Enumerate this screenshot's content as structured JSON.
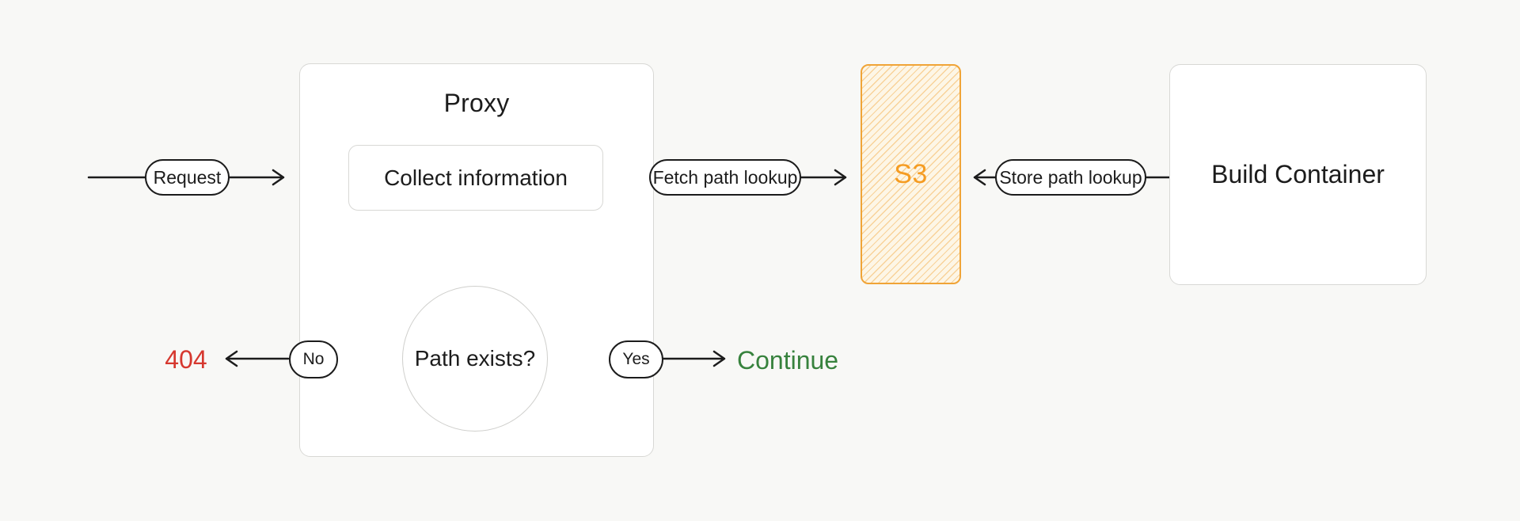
{
  "diagram": {
    "colors": {
      "bg": "#f8f8f6",
      "ink": "#1c1c1c",
      "box_border": "#d8d8d5",
      "circle_border": "#cfcfcc",
      "s3_border": "#f0a437",
      "s3_text": "#f59c22",
      "s3_fill": "#fdf6e6",
      "error": "#d6382f",
      "success": "#37823d"
    },
    "nodes": {
      "proxy": {
        "title": "Proxy"
      },
      "collect": {
        "label": "Collect information"
      },
      "decision": {
        "label": "Path exists?"
      },
      "s3": {
        "label": "S3"
      },
      "build_container": {
        "label": "Build Container"
      }
    },
    "edges": {
      "request": {
        "label": "Request"
      },
      "fetch": {
        "label": "Fetch path lookup"
      },
      "store": {
        "label": "Store path lookup"
      },
      "no": {
        "label": "No"
      },
      "yes": {
        "label": "Yes"
      }
    },
    "outcomes": {
      "not_found": {
        "label": "404"
      },
      "continue": {
        "label": "Continue"
      }
    }
  }
}
